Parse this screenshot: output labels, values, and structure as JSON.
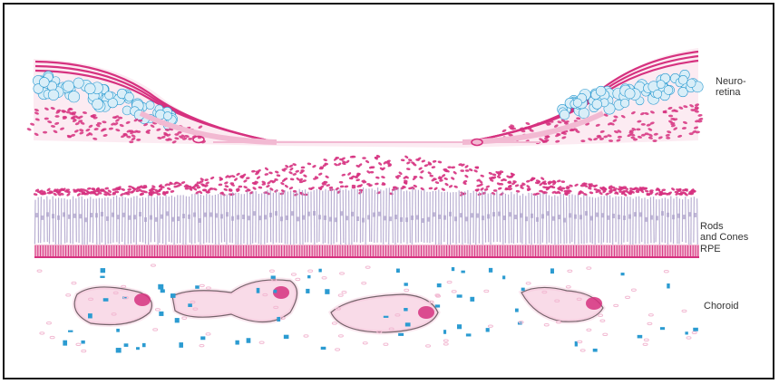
{
  "labels": {
    "neuroretina": "Neuro-\nretina",
    "rods_and_cones": "Rods\nand Cones",
    "rpe": "RPE",
    "choroid": "Choroid"
  },
  "colors": {
    "magenta": "#d6317f",
    "pink": "#f2b9d2",
    "light_pink": "#f9dbe8",
    "lavender": "#a89cc8",
    "blue": "#2b9bd1",
    "pale_blue": "#d9eef8",
    "ink": "#333333",
    "frame": "#111111"
  },
  "icons": {
    "nuclei": "magenta-nucleus-dots",
    "photoreceptors": "lavender-rod-strokes",
    "vessels": "outlined-vessel-lumen",
    "cells": "blue-pigment-cells"
  }
}
